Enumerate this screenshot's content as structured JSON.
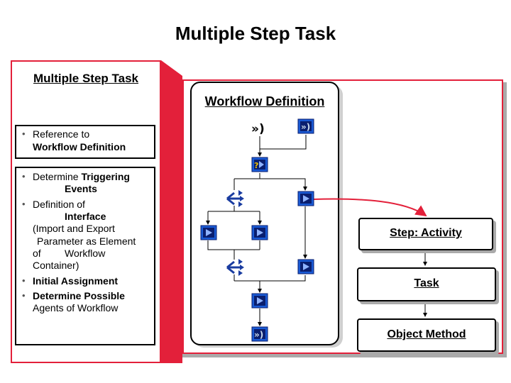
{
  "title": "Multiple Step Task",
  "left_panel": {
    "heading": "Multiple Step Task",
    "ref_box": {
      "line1": "Reference to",
      "line2": "Workflow Definition"
    },
    "items": [
      {
        "prefix": "Determine ",
        "bold1": "Triggering",
        "bold2": "Events"
      },
      {
        "prefix": "Definition of",
        "bold2": "Interface",
        "lines": [
          "(Import and Export",
          "Parameter as Element",
          "of",
          "Workflow",
          "Container)"
        ]
      },
      {
        "bold1": "Initial Assignment"
      },
      {
        "bold1": "Determine Possible",
        "line2": "Agents of Workflow"
      }
    ]
  },
  "workflow": {
    "title": "Workflow Definition"
  },
  "steps": {
    "activity": "Step: Activity",
    "task": "Task",
    "method": "Object Method"
  },
  "colors": {
    "accent_red": "#e3203a",
    "icon_blue": "#1a5bd6",
    "icon_dark": "#0a1e6e"
  }
}
